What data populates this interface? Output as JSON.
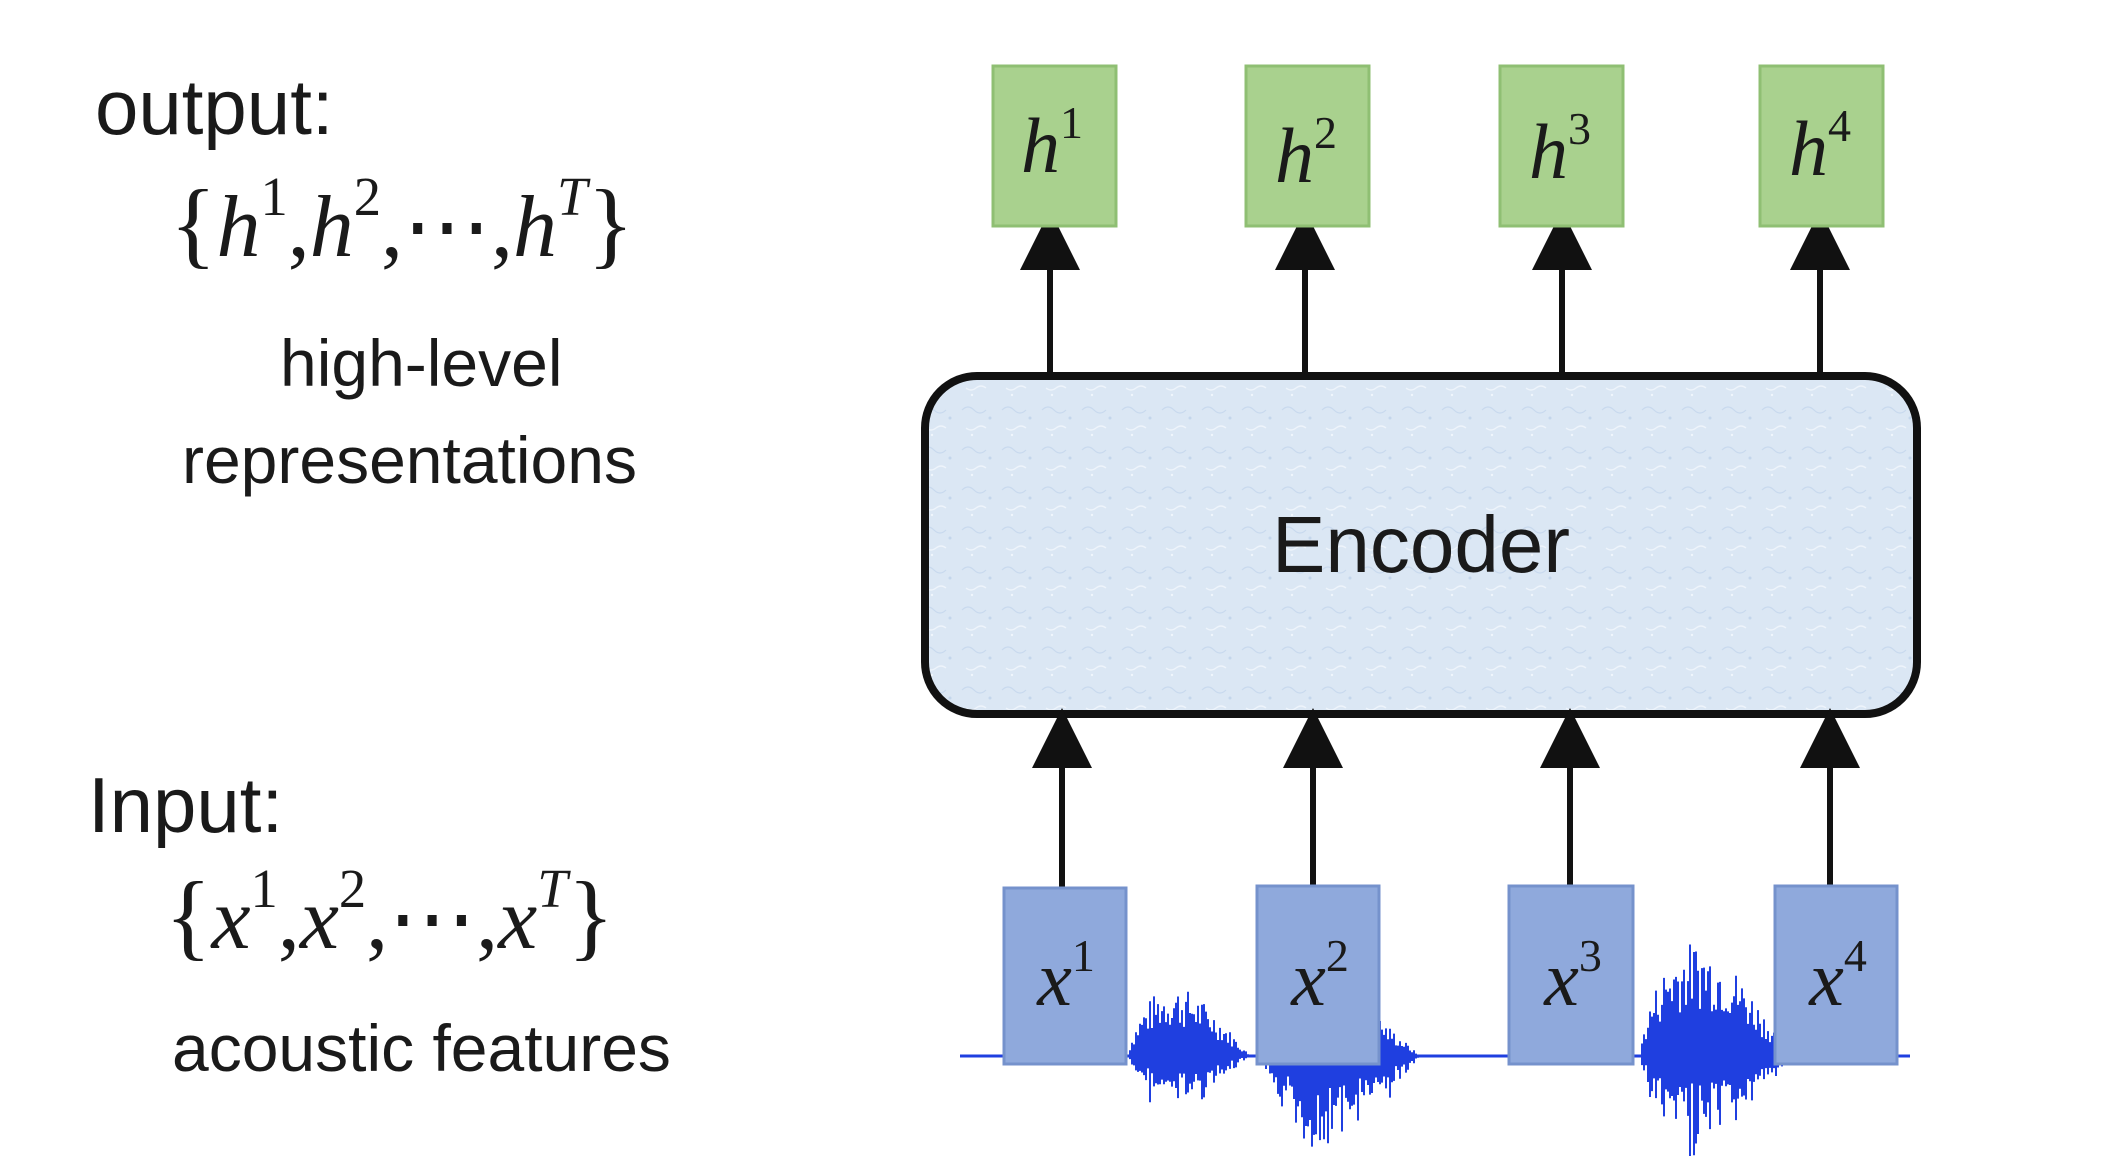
{
  "output": {
    "heading": "output:",
    "set_open": "{",
    "set_close": "}",
    "sym": "h",
    "sup1": "1",
    "sup2": "2",
    "supT": "T",
    "sep": ",",
    "dots": "⋯",
    "desc_line1": "high-level",
    "desc_line2": "representations"
  },
  "input": {
    "heading": "Input:",
    "set_open": "{",
    "set_close": "}",
    "sym": "x",
    "sup1": "1",
    "sup2": "2",
    "supT": "T",
    "sep": ",",
    "dots": "⋯",
    "desc": "acoustic features"
  },
  "encoder": {
    "label": "Encoder",
    "fill": "#dbe7f4",
    "border": "#111111"
  },
  "output_boxes": [
    {
      "sym": "h",
      "sup": "1"
    },
    {
      "sym": "h",
      "sup": "2"
    },
    {
      "sym": "h",
      "sup": "3"
    },
    {
      "sym": "h",
      "sup": "4"
    }
  ],
  "input_boxes": [
    {
      "sym": "x",
      "sup": "1"
    },
    {
      "sym": "x",
      "sup": "2"
    },
    {
      "sym": "x",
      "sup": "3"
    },
    {
      "sym": "x",
      "sup": "4"
    }
  ],
  "colors": {
    "output_box_fill": "#a9d18e",
    "output_box_border": "#8fbf73",
    "input_box_fill": "#8fa9dc",
    "input_box_border": "#7592cc",
    "waveform": "#1f3fe0",
    "arrow": "#111111"
  }
}
